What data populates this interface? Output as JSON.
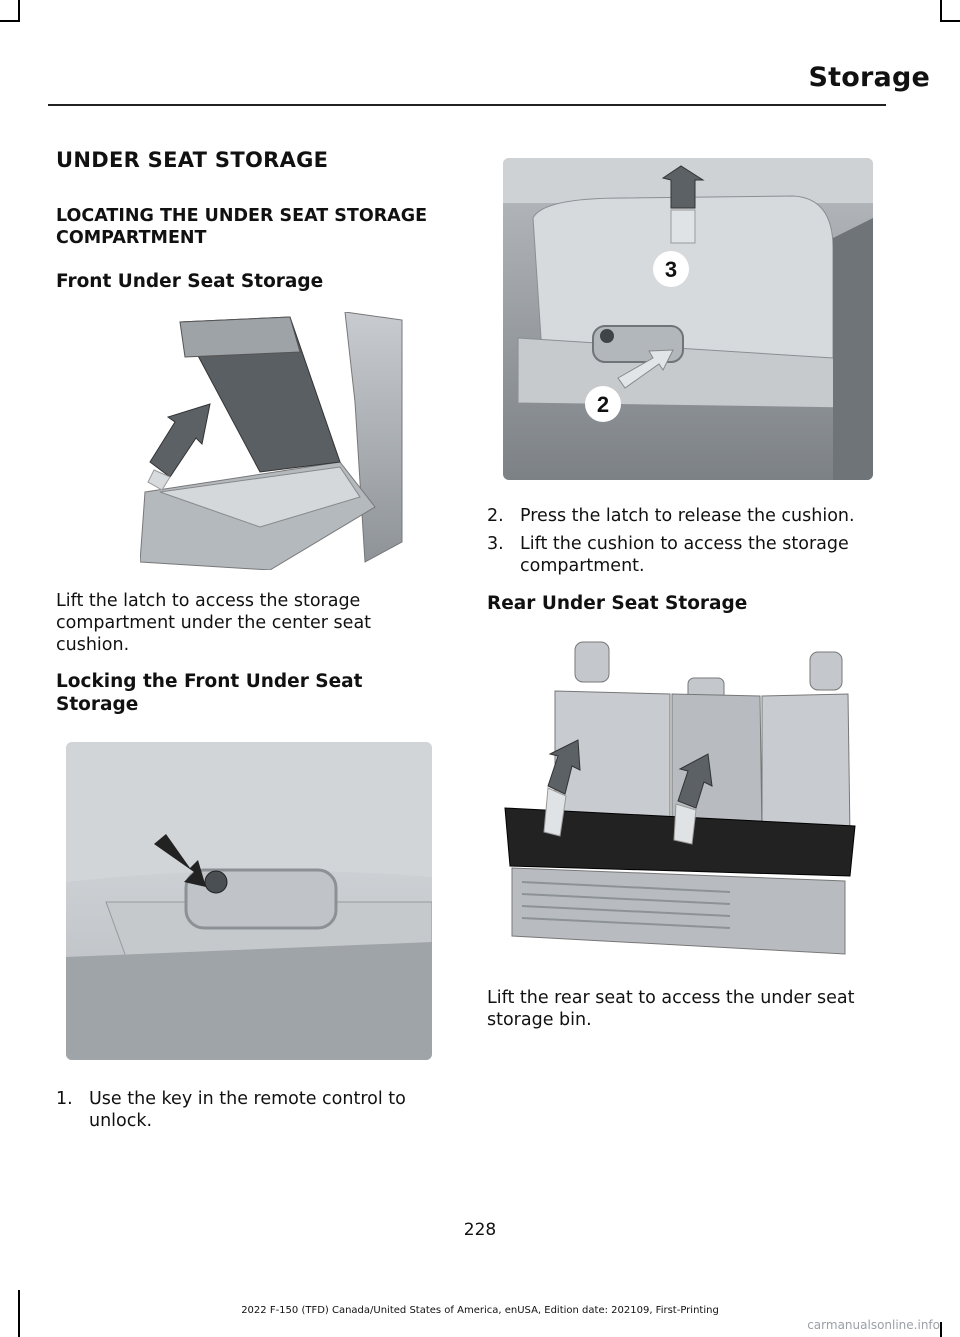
{
  "header": {
    "title": "Storage"
  },
  "section": {
    "heading": "UNDER SEAT STORAGE",
    "subheading": "LOCATING THE UNDER SEAT STORAGE COMPARTMENT"
  },
  "front": {
    "heading": "Front Under Seat Storage",
    "description": "Lift the latch to access the storage compartment under the center seat cushion."
  },
  "locking": {
    "heading": "Locking the Front Under Seat Storage",
    "steps": [
      {
        "number": "1.",
        "text": "Use the key in the remote control to unlock."
      }
    ]
  },
  "release": {
    "callouts": [
      "2",
      "3"
    ],
    "steps": [
      {
        "number": "2.",
        "text": "Press the latch to release the cushion."
      },
      {
        "number": "3.",
        "text": "Lift the cushion to access the storage compartment."
      }
    ]
  },
  "rear": {
    "heading": "Rear Under Seat Storage",
    "description": "Lift the rear seat to access the under seat storage bin."
  },
  "page_number": "228",
  "footer": "2022 F-150 (TFD) Canada/United States of America, enUSA, Edition date: 202109, First-Printing",
  "watermark": "carmanualsonline.info"
}
